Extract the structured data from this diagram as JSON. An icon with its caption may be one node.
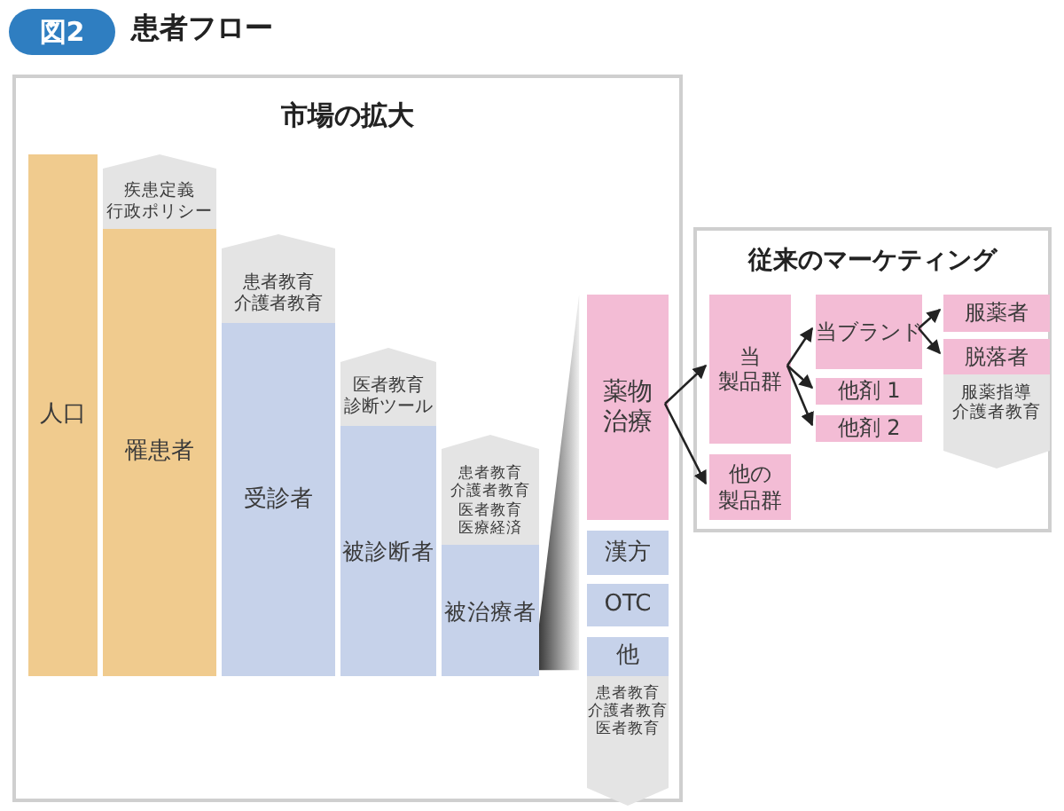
{
  "diagram": {
    "title": "患者フロー",
    "nodes": [
      {
        "text": [
          "市場の拡大"
        ]
      },
      {
        "text": [
          "人口"
        ],
        "in": 0
      },
      {
        "text": [
          "疾患定義行政ポリシー"
        ],
        "in": 0
      },
      {
        "text": [
          "罹患者"
        ],
        "in": 0
      },
      {
        "text": [
          "患者教育介護者教育"
        ],
        "in": 0
      },
      {
        "text": [
          "受診者"
        ],
        "in": 0
      },
      {
        "text": [
          "医者教育診断ツール"
        ],
        "in": 0
      },
      {
        "text": [
          "被診断者"
        ],
        "in": 0
      },
      {
        "text": [
          "患者教育介護者教育医者教育医療経済"
        ],
        "in": 0
      },
      {
        "text": [
          "被治療者"
        ],
        "in": 0
      },
      {
        "text": [
          "薬物治療"
        ],
        "in": 0
      },
      {
        "text": [
          "漢方"
        ],
        "in": 0
      },
      {
        "text": [
          "OTC"
        ],
        "in": 0
      },
      {
        "text": [
          "他"
        ],
        "in": 0
      },
      {
        "text": [
          "患者教育介護者教育医者教育"
        ],
        "in": 0
      },
      {
        "text": [
          "従来のマーケティング"
        ]
      },
      {
        "text": [
          "当製品群"
        ],
        "in": 15
      },
      {
        "text": [
          "他の製品群"
        ],
        "in": 15
      },
      {
        "text": [
          "当ブランド"
        ],
        "in": 15
      },
      {
        "text": [
          "他剤 1"
        ],
        "in": 15
      },
      {
        "text": [
          "他剤 2"
        ],
        "in": 15
      },
      {
        "text": [
          "服薬者"
        ],
        "in": 15
      },
      {
        "text": [
          "脱落者"
        ],
        "in": 15
      },
      {
        "text": [
          "服薬指導介護者教育"
        ],
        "in": 15
      }
    ],
    "edges": [
      {
        "from": 10,
        "to": 16,
        "arrow": "to"
      },
      {
        "from": 10,
        "to": 17,
        "arrow": "to"
      },
      {
        "from": 16,
        "to": 18,
        "arrow": "to"
      },
      {
        "from": 16,
        "to": 19,
        "arrow": "to"
      },
      {
        "from": 16,
        "to": 20,
        "arrow": "to"
      },
      {
        "from": 18,
        "to": 21,
        "arrow": "to"
      },
      {
        "from": 18,
        "to": 22,
        "arrow": "to"
      }
    ],
    "labels": [
      "図2"
    ]
  }
}
